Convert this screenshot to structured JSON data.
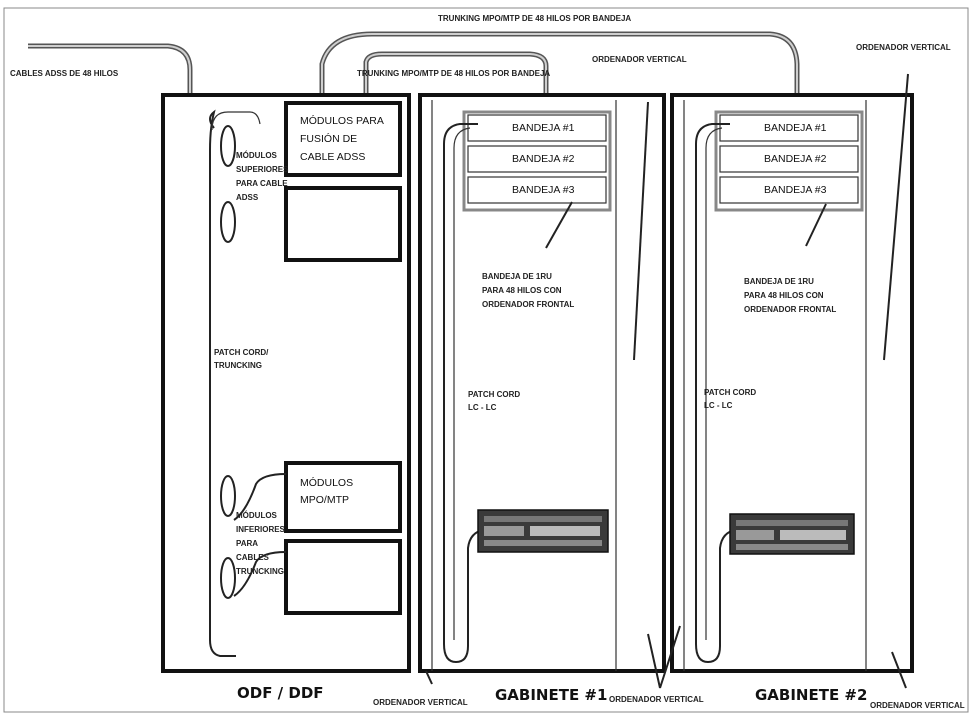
{
  "labels": {
    "trunking_top": "TRUNKING MPO/MTP DE 48 HILOS POR BANDEJA",
    "trunking_mid": "TRUNKING MPO/MTP DE 48 HILOS POR BANDEJA",
    "cables_adss": "CABLES ADSS DE 48 HILOS",
    "org_vertical_top1": "ORDENADOR VERTICAL",
    "org_vertical_top2": "ORDENADOR VERTICAL",
    "org_vertical_bottom1": "ORDENADOR VERTICAL",
    "org_vertical_bottom2": "ORDENADOR VERTICAL",
    "org_vertical_bottom3": "ORDENADOR VERTICAL"
  },
  "odf": {
    "title": "ODF / DDF",
    "module_top": [
      "MÓDULOS PARA",
      "FUSIÓN DE",
      "CABLE ADSS"
    ],
    "module_mid": [
      "MÓDULOS",
      "MPO/MTP"
    ],
    "upper_label": [
      "MÓDULOS",
      "SUPERIORES",
      "PARA CABLE",
      "ADSS"
    ],
    "lower_label": [
      "MÓDULOS",
      "INFERIORES",
      "PARA",
      "CABLES",
      "TRUNCKING"
    ],
    "patch_label": [
      "PATCH CORD/",
      "TRUNCKING"
    ]
  },
  "cabinets": [
    {
      "title": "GABINETE #1",
      "trays": [
        "BANDEJA #1",
        "BANDEJA #2",
        "BANDEJA #3"
      ],
      "tray_desc": [
        "BANDEJA DE 1RU",
        "PARA 48 HILOS CON",
        "ORDENADOR FRONTAL"
      ],
      "patch": [
        "PATCH CORD",
        "LC - LC"
      ]
    },
    {
      "title": "GABINETE #2",
      "trays": [
        "BANDEJA #1",
        "BANDEJA #2",
        "BANDEJA #3"
      ],
      "tray_desc": [
        "BANDEJA DE 1RU",
        "PARA 48 HILOS CON",
        "ORDENADOR FRONTAL"
      ],
      "patch": [
        "PATCH CORD",
        "LC - LC"
      ]
    }
  ]
}
